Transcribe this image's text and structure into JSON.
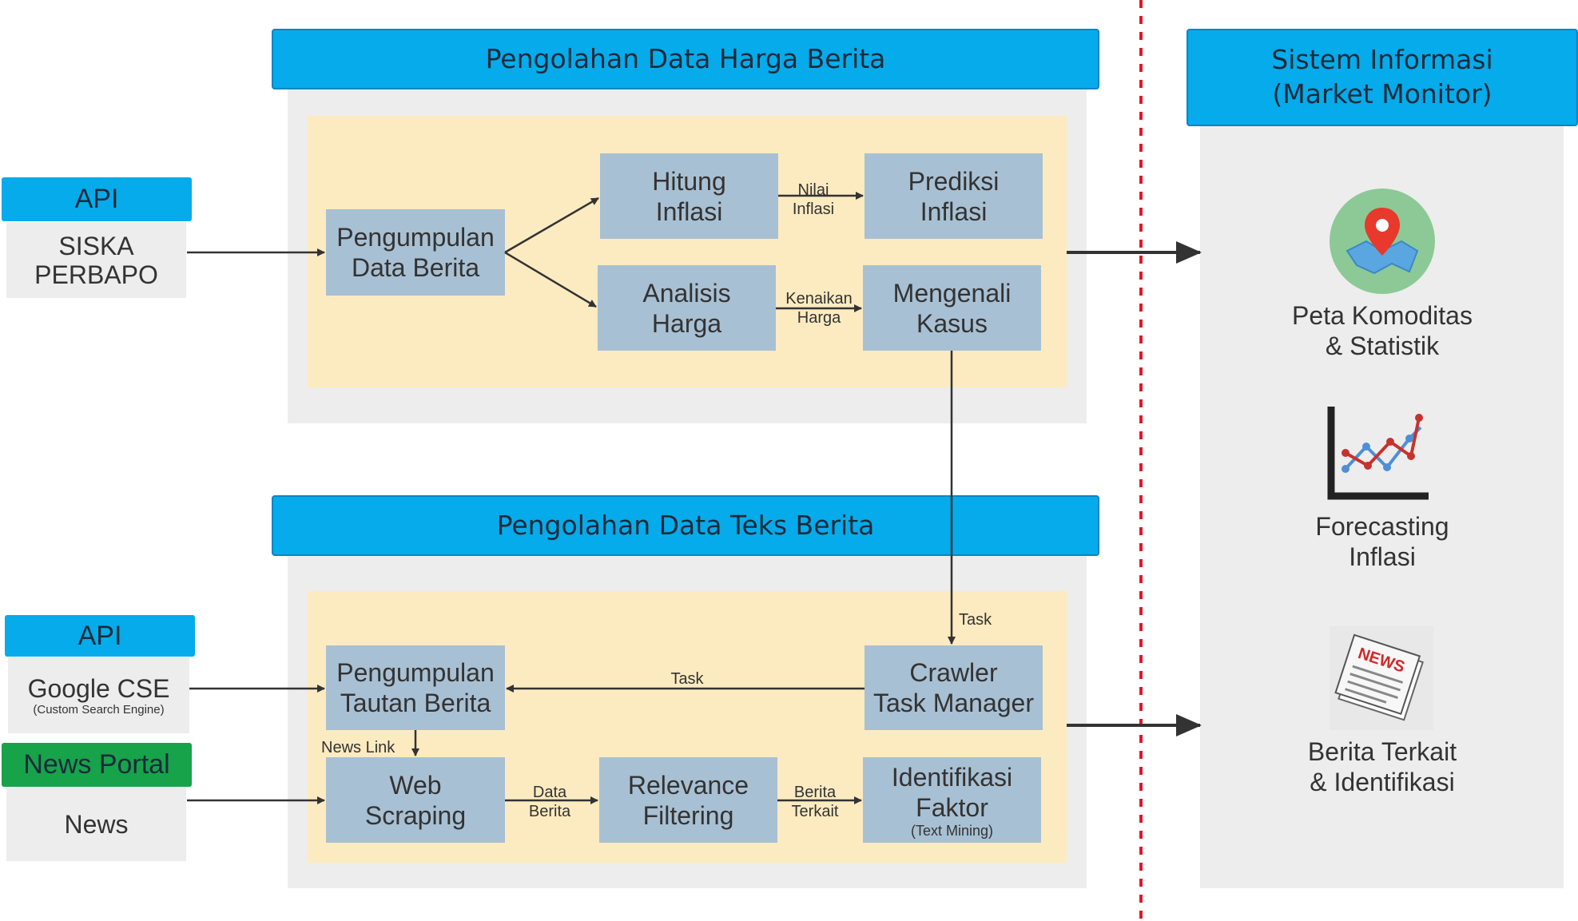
{
  "colors": {
    "header": "#05abea",
    "panel": "#ededed",
    "inner": "#fcebc0",
    "node": "#a8c0d3",
    "news_portal": "#16a34a",
    "separator": "#e0182a"
  },
  "sections": {
    "price": {
      "title": "Pengolahan Data Harga Berita"
    },
    "text": {
      "title": "Pengolahan Data Teks Berita"
    },
    "system": {
      "title": "Sistem Informasi\n(Market Monitor)"
    }
  },
  "sources": {
    "siska": {
      "tag": "API",
      "name": "SISKA\nPERBAPO"
    },
    "google": {
      "tag": "API",
      "name": "Google CSE",
      "note": "(Custom Search Engine)"
    },
    "portal": {
      "tag": "News Portal",
      "name": "News"
    }
  },
  "nodes": {
    "pengumpulan_data": "Pengumpulan\nData Berita",
    "hitung_inflasi": "Hitung\nInflasi",
    "prediksi_inflasi": "Prediksi\nInflasi",
    "analisis_harga": "Analisis\nHarga",
    "mengenali_kasus": "Mengenali\nKasus",
    "pengumpulan_tautan": "Pengumpulan\nTautan Berita",
    "crawler": "Crawler\nTask Manager",
    "web_scraping": "Web\nScraping",
    "relevance": "Relevance\nFiltering",
    "identifikasi": "Identifikasi\nFaktor",
    "identifikasi_note": "(Text Mining)"
  },
  "edge_labels": {
    "nilai_inflasi": "Nilai\nInflasi",
    "kenaikan_harga": "Kenaikan\nHarga",
    "task_down": "Task",
    "task_left": "Task",
    "news_link": "News Link",
    "data_berita": "Data\nBerita",
    "berita_terkait": "Berita\nTerkait"
  },
  "outputs": [
    {
      "label": "Peta Komoditas\n& Statistik",
      "icon": "map-pin-icon"
    },
    {
      "label": "Forecasting\nInflasi",
      "icon": "line-chart-icon"
    },
    {
      "label": "Berita Terkait\n& Identifikasi",
      "icon": "newspaper-icon"
    }
  ],
  "icon_text": {
    "news_stamp": "NEWS"
  }
}
